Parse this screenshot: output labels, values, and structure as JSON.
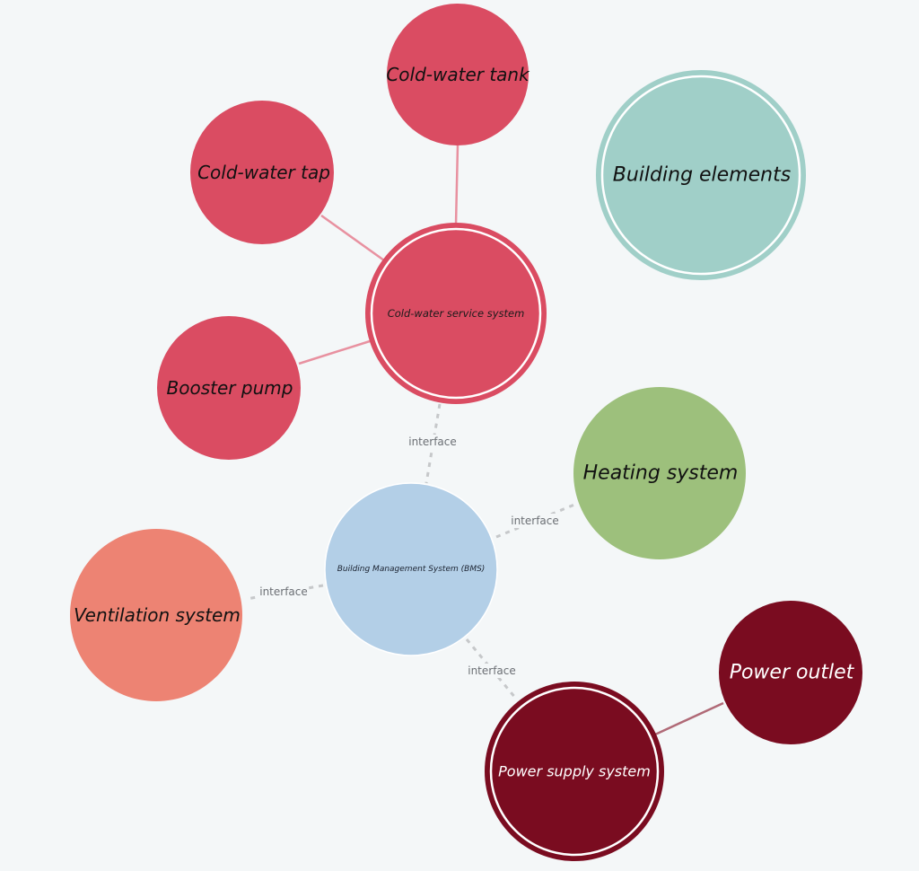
{
  "colors": {
    "background": "#f4f7f8",
    "water": "#da4c62",
    "water_edge": "#e891a0",
    "building_elements": "#a0cfc8",
    "heating": "#9dc07c",
    "bms": "#b3cfe7",
    "ventilation": "#ed8373",
    "power": "#7a0c20",
    "power_edge": "#b06a77"
  },
  "nodes": {
    "cold_water_tank": "Cold-water tank",
    "cold_water_tap": "Cold-water tap",
    "cold_water_service_system": "Cold-water service system",
    "booster_pump": "Booster pump",
    "building_elements": "Building elements",
    "heating_system": "Heating system",
    "bms": "Building Management System (BMS)",
    "ventilation_system": "Ventilation system",
    "power_outlet": "Power outlet",
    "power_supply_system": "Power supply system"
  },
  "edges": {
    "cwss_bms": "interface",
    "bms_heating": "interface",
    "bms_ventilation": "interface",
    "bms_power": "interface"
  }
}
